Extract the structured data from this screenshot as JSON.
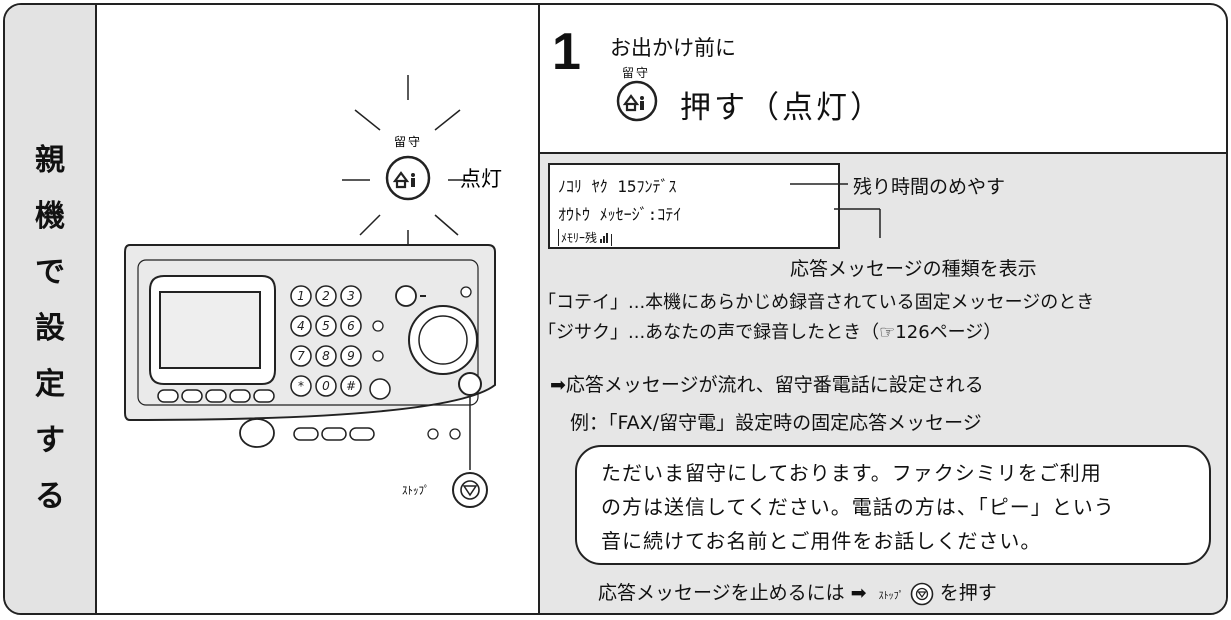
{
  "sidebar": {
    "chars": [
      "親",
      "機",
      "で",
      "設",
      "定",
      "す",
      "る"
    ]
  },
  "diagram": {
    "key_label": "留守",
    "lit_label": "点灯",
    "stop_label": "ｽﾄｯﾌﾟ",
    "keypad": [
      "1",
      "2",
      "3",
      "4",
      "5",
      "6",
      "7",
      "8",
      "9",
      "*",
      "0",
      "#"
    ]
  },
  "step": {
    "number": "1",
    "title": "お出かけ前に",
    "key_label": "留守",
    "action": "押す（点灯）"
  },
  "lcd": {
    "line1": "ﾉｺﾘ ﾔｸ 15ﾌﾝﾃﾞｽ",
    "line2": "ｵｳﾄｳ ﾒｯｾｰｼﾞ:ｺﾃｲ",
    "line3": "ﾒﾓﾘｰ残"
  },
  "callouts": {
    "remaining": "残り時間のめやす",
    "message_type": "応答メッセージの種類を表示"
  },
  "notes": {
    "fixed": "「コテイ」...本機にあらかじめ録音されている固定メッセージのとき",
    "custom": "「ジサク」...あなたの声で録音したとき（☞126ページ）",
    "result": "➡応答メッセージが流れ、留守番電話に設定される",
    "example": "例：「FAX/留守電」設定時の固定応答メッセージ"
  },
  "message": {
    "line1": "ただいま留守にしております。ファクシミリをご利用",
    "line2": "の方は送信してください。電話の方は、「ピー」という",
    "line3": "音に続けてお名前とご用件をお話しください。"
  },
  "stop_instruction": {
    "prefix": "応答メッセージを止めるには ➡",
    "key_label": "ｽﾄｯﾌﾟ",
    "suffix": "を押す"
  }
}
